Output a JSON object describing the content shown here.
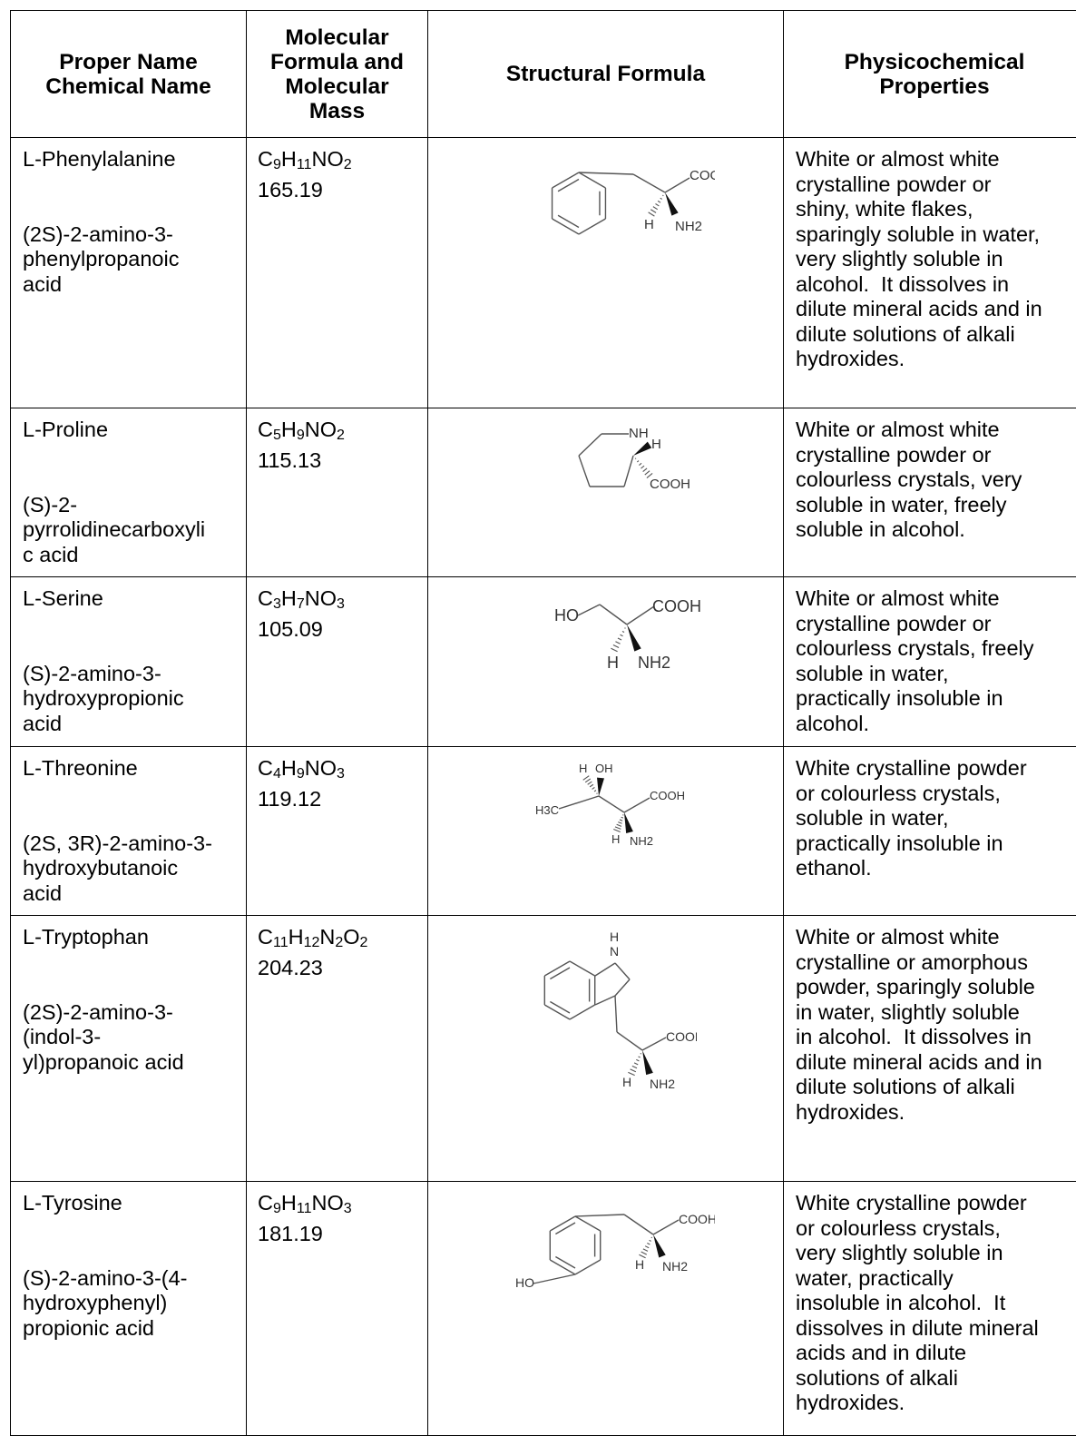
{
  "headers": {
    "name": "Proper Name Chemical Name",
    "name_line1": "Proper Name",
    "name_line2": "Chemical Name",
    "formula_line1": "Molecular",
    "formula_line2": "Formula and",
    "formula_line3": "Molecular",
    "formula_line4": "Mass",
    "structure": "Structural Formula",
    "props_line1": "Physicochemical",
    "props_line2": "Properties"
  },
  "rows": [
    {
      "proper_name": "L-Phenylalanine",
      "chemical_name": "(2S)-2-amino-3-phenylpropanoic acid",
      "chem_lines": [
        "(2S)-2-amino-3-",
        "phenylpropanoic",
        "acid"
      ],
      "formula": "C9H11NO2",
      "formula_parts": [
        [
          "C",
          ""
        ],
        [
          "9",
          "sub"
        ],
        [
          "H",
          ""
        ],
        [
          "11",
          "sub"
        ],
        [
          "NO",
          ""
        ],
        [
          "2",
          "sub"
        ]
      ],
      "mass": "165.19",
      "properties": "White or almost white crystalline powder or shiny, white flakes, sparingly soluble in water, very slightly soluble in alcohol.  It dissolves in dilute mineral acids and in dilute solutions of alkali hydroxides.",
      "prop_lines": [
        "White or almost white",
        "crystalline powder or",
        "shiny, white flakes,",
        "sparingly soluble in water,",
        "very slightly soluble in",
        "alcohol.  It dissolves in",
        "dilute mineral acids and in",
        "dilute solutions of alkali",
        "hydroxides."
      ],
      "structure_labels": [
        "COOH",
        "H",
        "NH2"
      ]
    },
    {
      "proper_name": "L-Proline",
      "chemical_name": "(S)-2-pyrrolidinecarboxylic acid",
      "chem_lines": [
        "(S)-2-",
        "pyrrolidinecarboxyli",
        "c acid"
      ],
      "formula": "C5H9NO2",
      "formula_parts": [
        [
          "C",
          ""
        ],
        [
          "5",
          "sub"
        ],
        [
          "H",
          ""
        ],
        [
          "9",
          "sub"
        ],
        [
          "NO",
          ""
        ],
        [
          "2",
          "sub"
        ]
      ],
      "mass": "115.13",
      "properties": "White or almost white crystalline powder or colourless crystals, very soluble in water, freely soluble in alcohol.",
      "prop_lines": [
        "White or almost white",
        "crystalline powder or",
        "colourless crystals, very",
        "soluble in water, freely",
        "soluble in alcohol."
      ],
      "structure_labels": [
        "NH",
        "H",
        "COOH"
      ]
    },
    {
      "proper_name": "L-Serine",
      "chemical_name": "(S)-2-amino-3-hydroxypropionic acid",
      "chem_lines": [
        "(S)-2-amino-3-",
        "hydroxypropionic",
        "acid"
      ],
      "formula": "C3H7NO3",
      "formula_parts": [
        [
          "C",
          ""
        ],
        [
          "3",
          "sub"
        ],
        [
          "H",
          ""
        ],
        [
          "7",
          "sub"
        ],
        [
          "NO",
          ""
        ],
        [
          "3",
          "sub"
        ]
      ],
      "mass": "105.09",
      "properties": "White or almost white crystalline powder or colourless crystals, freely soluble in water, practically insoluble in alcohol.",
      "prop_lines": [
        "White or almost white",
        "crystalline powder or",
        "colourless crystals, freely",
        "soluble in water,",
        "practically insoluble in",
        "alcohol."
      ],
      "structure_labels": [
        "HO",
        "COOH",
        "H",
        "NH2"
      ]
    },
    {
      "proper_name": "L-Threonine",
      "chemical_name": "(2S, 3R)-2-amino-3-hydroxybutanoic acid",
      "chem_lines": [
        "(2S, 3R)-2-amino-3-",
        "hydroxybutanoic",
        "acid"
      ],
      "formula": "C4H9NO3",
      "formula_parts": [
        [
          "C",
          ""
        ],
        [
          "4",
          "sub"
        ],
        [
          "H",
          ""
        ],
        [
          "9",
          "sub"
        ],
        [
          "NO",
          ""
        ],
        [
          "3",
          "sub"
        ]
      ],
      "mass": "119.12",
      "properties": "White crystalline powder or colourless crystals, soluble in water, practically insoluble in ethanol.",
      "prop_lines": [
        "White crystalline powder",
        "or colourless crystals,",
        "soluble in water,",
        "practically insoluble in",
        "ethanol."
      ],
      "structure_labels": [
        "H",
        "OH",
        "COOH",
        "H3C",
        "H",
        "NH2"
      ]
    },
    {
      "proper_name": "L-Tryptophan",
      "chemical_name": "(2S)-2-amino-3-(indol-3-yl)propanoic acid",
      "chem_lines": [
        "(2S)-2-amino-3-",
        "(indol-3-",
        "yl)propanoic acid"
      ],
      "formula": "C11H12N2O2",
      "formula_parts": [
        [
          "C",
          ""
        ],
        [
          "11",
          "sub"
        ],
        [
          "H",
          ""
        ],
        [
          "12",
          "sub"
        ],
        [
          "N",
          ""
        ],
        [
          "2",
          "sub"
        ],
        [
          "O",
          ""
        ],
        [
          "2",
          "sub"
        ]
      ],
      "mass": "204.23",
      "properties": "White or almost white crystalline or amorphous powder, sparingly soluble in water, slightly soluble in alcohol.  It dissolves in dilute mineral acids and in dilute solutions of alkali hydroxides.",
      "prop_lines": [
        "White or almost white",
        "crystalline or amorphous",
        "powder, sparingly soluble",
        "in water, slightly soluble",
        "in alcohol.  It dissolves in",
        "dilute mineral acids and in",
        "dilute solutions of alkali",
        "hydroxides."
      ],
      "structure_labels": [
        "H",
        "N",
        "COOH",
        "H",
        "NH2"
      ]
    },
    {
      "proper_name": "L-Tyrosine",
      "chemical_name": "(S)-2-amino-3-(4-hydroxyphenyl) propionic acid",
      "chem_lines": [
        "(S)-2-amino-3-(4-",
        "hydroxyphenyl)",
        "propionic acid"
      ],
      "formula": "C9H11NO3",
      "formula_parts": [
        [
          "C",
          ""
        ],
        [
          "9",
          "sub"
        ],
        [
          "H",
          ""
        ],
        [
          "11",
          "sub"
        ],
        [
          "NO",
          ""
        ],
        [
          "3",
          "sub"
        ]
      ],
      "mass": "181.19",
      "properties": "White crystalline powder or colourless crystals, very slightly soluble in water, practically insoluble in alcohol.  It dissolves in dilute mineral acids and in dilute solutions of alkali hydroxides.",
      "prop_lines": [
        "White crystalline powder",
        "or colourless crystals,",
        "very slightly soluble in",
        "water, practically",
        "insoluble in alcohol.  It",
        "dissolves in dilute mineral",
        "acids and in dilute",
        "solutions of alkali",
        "hydroxides."
      ],
      "structure_labels": [
        "COOH",
        "HO",
        "H",
        "NH2"
      ]
    }
  ]
}
